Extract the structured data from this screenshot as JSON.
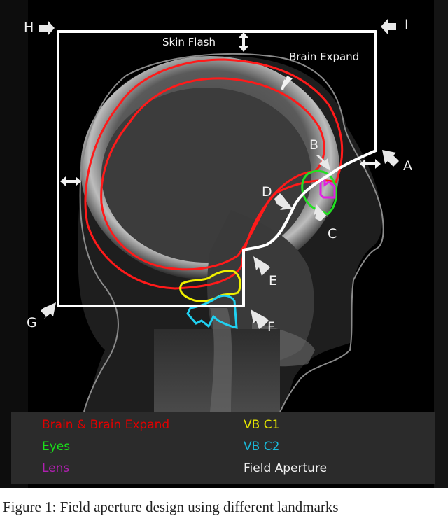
{
  "figure": {
    "description": "Lateral head X-ray (DRR) with field aperture and contour overlays",
    "annotations": {
      "skin_flash": "Skin Flash",
      "brain_expand": "Brain Expand"
    },
    "point_labels": [
      "A",
      "B",
      "C",
      "D",
      "E",
      "F",
      "G",
      "H",
      "I"
    ]
  },
  "legend": {
    "items": [
      {
        "label": "Brain & Brain Expand",
        "color": "#e00000"
      },
      {
        "label": "Eyes",
        "color": "#19e019"
      },
      {
        "label": "Lens",
        "color": "#b020b0"
      },
      {
        "label": "VB C1",
        "color": "#e6e600"
      },
      {
        "label": "VB C2",
        "color": "#1ab8d8"
      },
      {
        "label": "Field Aperture",
        "color": "#f2f2f2"
      }
    ]
  },
  "caption": {
    "text": "Figure 1: Field aperture design using different landmarks"
  },
  "colors": {
    "field_aperture": "#ffffff",
    "brain": "#ff1a1a",
    "eyes": "#22e022",
    "lens": "#e020e0",
    "vb_c1": "#f0f000",
    "vb_c2": "#20d0f0",
    "skin_contour": "#8a8a8a",
    "legend_bg": "#2b2b2b"
  }
}
